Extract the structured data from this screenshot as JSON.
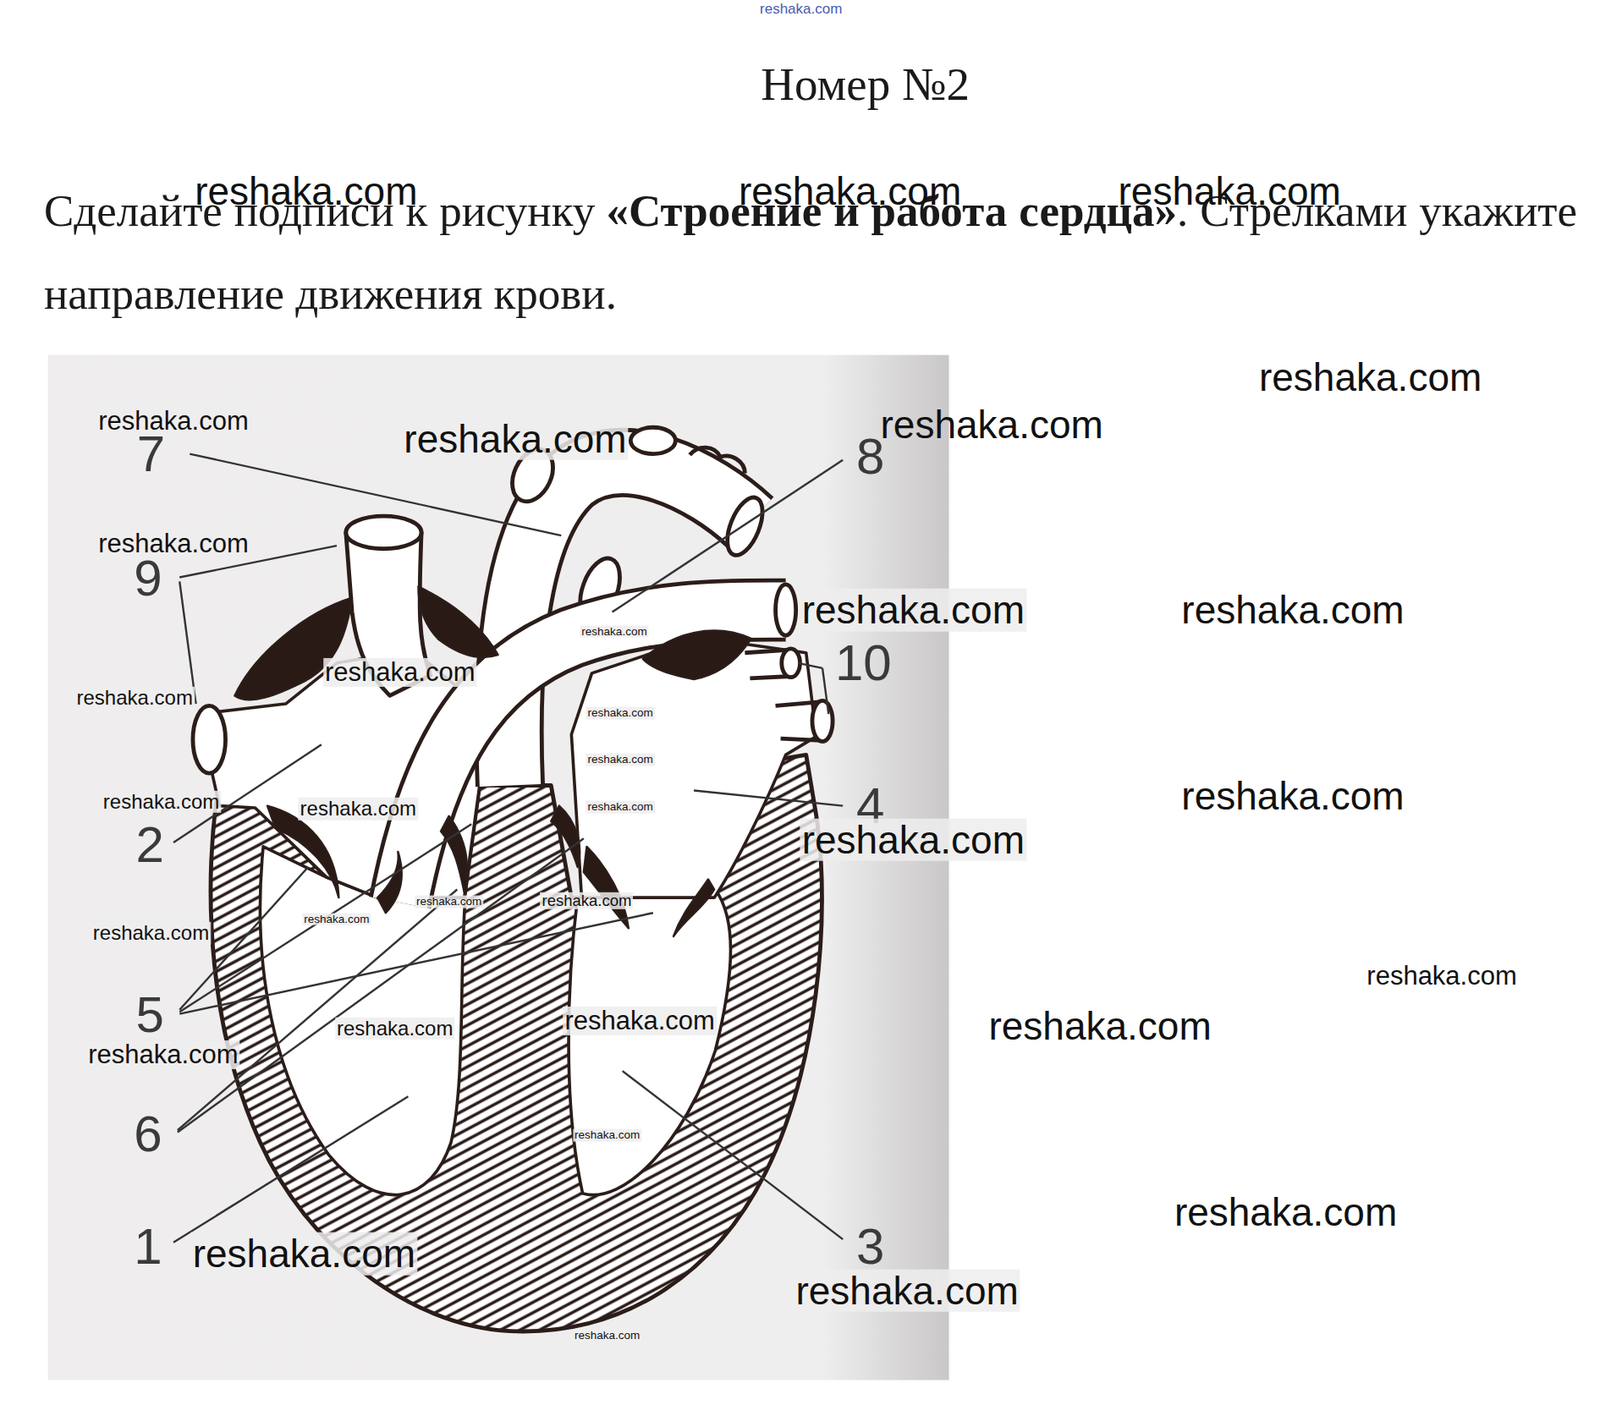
{
  "diagram": {
    "title": "Номер №2",
    "labels": [
      "Сделайте подписи к рисунку",
      "«Строение и работа сердца»",
      ". Стрелками укажите направление движения крови.",
      "7",
      "8",
      "9",
      "10",
      "4",
      "2",
      "5",
      "6",
      "1",
      "3",
      "reshaka.com",
      "reshaka.com",
      "reshaka.com",
      "reshaka.com",
      "reshaka.com",
      "reshaka.com",
      "reshaka.com",
      "reshaka.com",
      "reshaka.com",
      "reshaka.com",
      "reshaka.com",
      "reshaka.com",
      "reshaka.com",
      "reshaka.com",
      "reshaka.com",
      "reshaka.com",
      "reshaka.com",
      "reshaka.com",
      "reshaka.com",
      "reshaka.com",
      "reshaka.com",
      "reshaka.com",
      "reshaka.com",
      "reshaka.com",
      "reshaka.com",
      "reshaka.com",
      "reshaka.com",
      "reshaka.com",
      "reshaka.com",
      "reshaka.com",
      "reshaka.com",
      "reshaka.com",
      "reshaka.com",
      "reshaka.com",
      "reshaka.com"
    ]
  }
}
